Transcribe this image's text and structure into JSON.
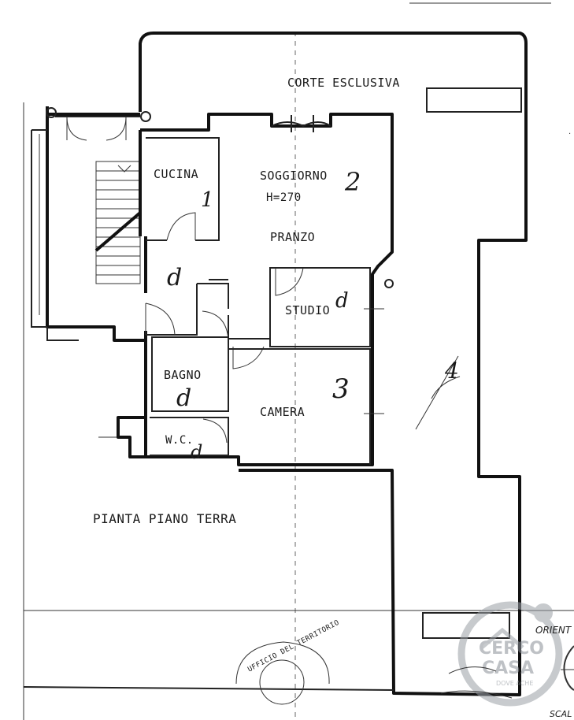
{
  "rooms": {
    "corte": "CORTE ESCLUSIVA",
    "cucina": "CUCINA",
    "soggiorno": "SOGGIORNO",
    "height": "H=270",
    "pranzo": "PRANZO",
    "studio": "STUDIO",
    "bagno": "BAGNO",
    "camera": "CAMERA",
    "wc": "W.C."
  },
  "plan_title": "PIANTA PIANO TERRA",
  "annotations": {
    "cucina_num": "1",
    "soggiorno_num": "2",
    "camera_num": "3",
    "d_pranzo": "d",
    "d_studio": "d",
    "d_bagno": "d",
    "d_wc": "d",
    "corte_num": "4"
  },
  "legend": {
    "orientation": "ORIENT",
    "scale": "SCAL"
  },
  "watermark": {
    "line1": "CERCO",
    "line2": "CASA",
    "line3": "DOVE ACHE"
  },
  "stamp": {
    "text": "UFFICIO DEL TERRITORIO"
  }
}
